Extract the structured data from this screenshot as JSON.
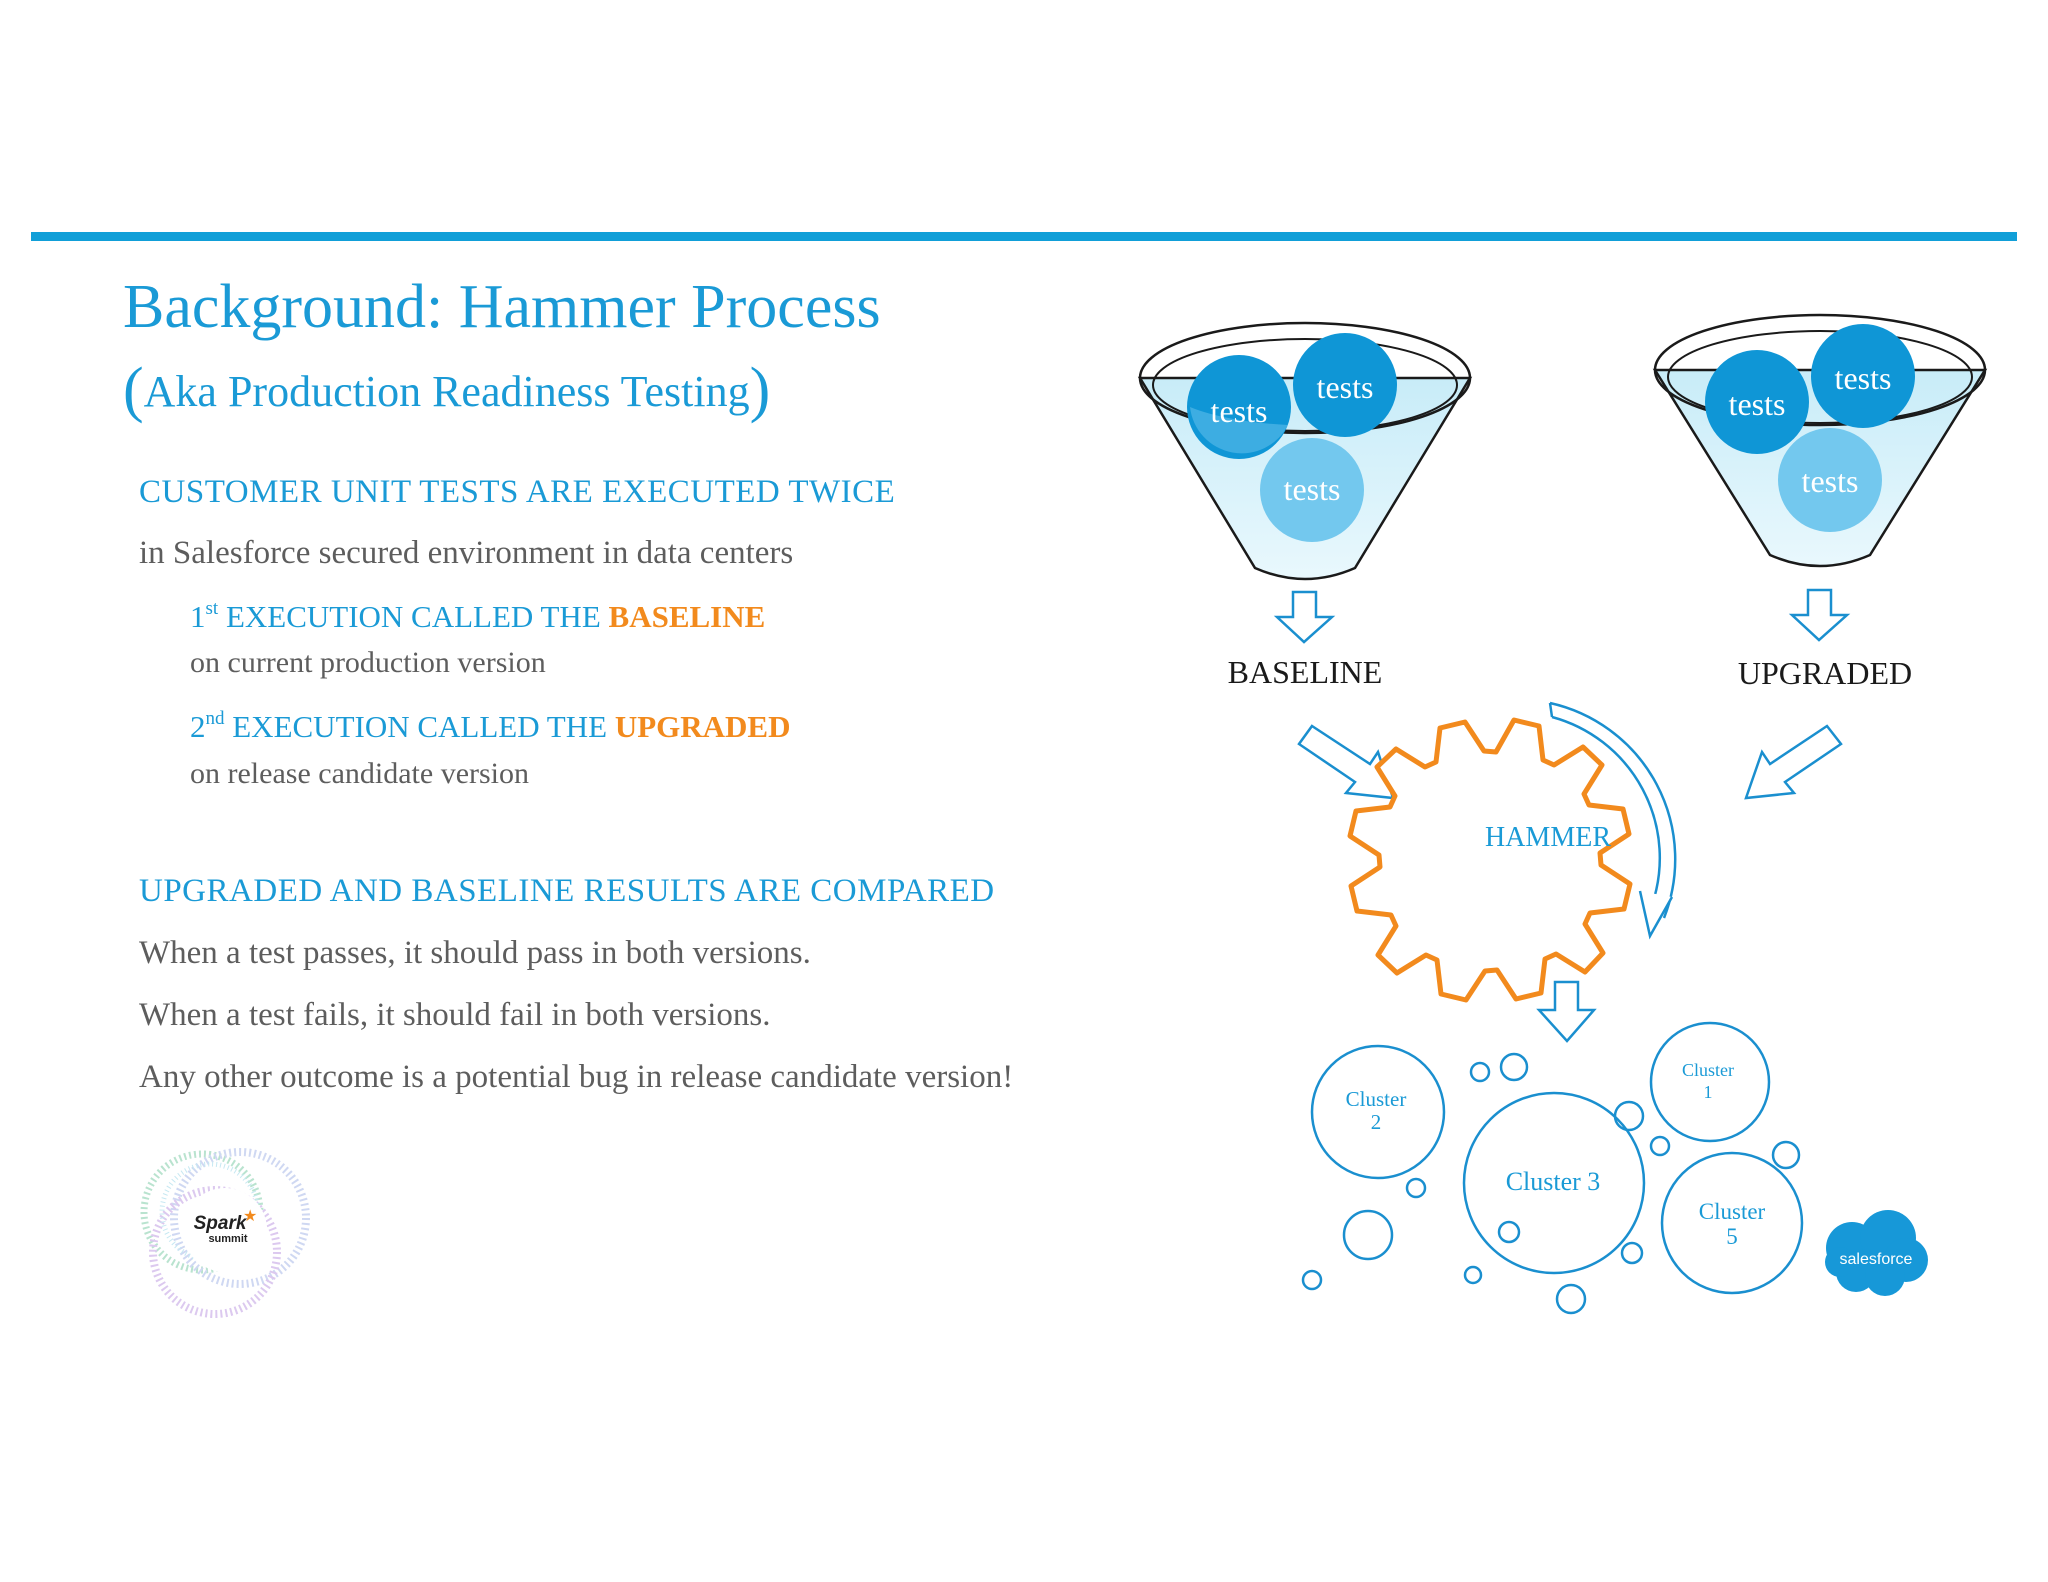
{
  "slide": {
    "title": "Background: Hammer Process",
    "subtitle": {
      "open": "(",
      "text": "Aka Production Readiness Testing",
      "close": ")"
    },
    "section1": {
      "heading": "CUSTOMER UNIT TESTS ARE EXECUTED TWICE",
      "body": "in Salesforce secured environment in data centers",
      "executions": [
        {
          "num": "1",
          "sup": "st",
          "label": " EXECUTION CALLED THE ",
          "highlight": "BASELINE",
          "sub": "on current production version"
        },
        {
          "num": "2",
          "sup": "nd",
          "label": " EXECUTION CALLED THE ",
          "highlight": "UPGRADED",
          "sub": "on release candidate version"
        }
      ]
    },
    "section2": {
      "heading": "UPGRADED AND BASELINE RESULTS ARE COMPARED",
      "lines": [
        "When a test passes, it should pass in both versions.",
        "When a test fails, it should fail in both versions.",
        "Any other outcome is a potential bug in release candidate version!"
      ]
    }
  },
  "diagram": {
    "funnels": [
      {
        "label": "BASELINE",
        "balls": [
          "tests",
          "tests",
          "tests"
        ]
      },
      {
        "label": "UPGRADED",
        "balls": [
          "tests",
          "tests",
          "tests"
        ]
      }
    ],
    "gear_label": "HAMMER",
    "clusters": {
      "c1": [
        "Cluster",
        "1"
      ],
      "c2": [
        "Cluster",
        "2"
      ],
      "c3": "Cluster 3",
      "c5": [
        "Cluster",
        "5"
      ]
    }
  },
  "logos": {
    "spark_line1": "Spark",
    "spark_line2": "summit",
    "salesforce": "salesforce"
  },
  "colors": {
    "accent_blue": "#1a9ad6",
    "highlight_orange": "#f28a1d",
    "body_gray": "#5d5d5d"
  }
}
